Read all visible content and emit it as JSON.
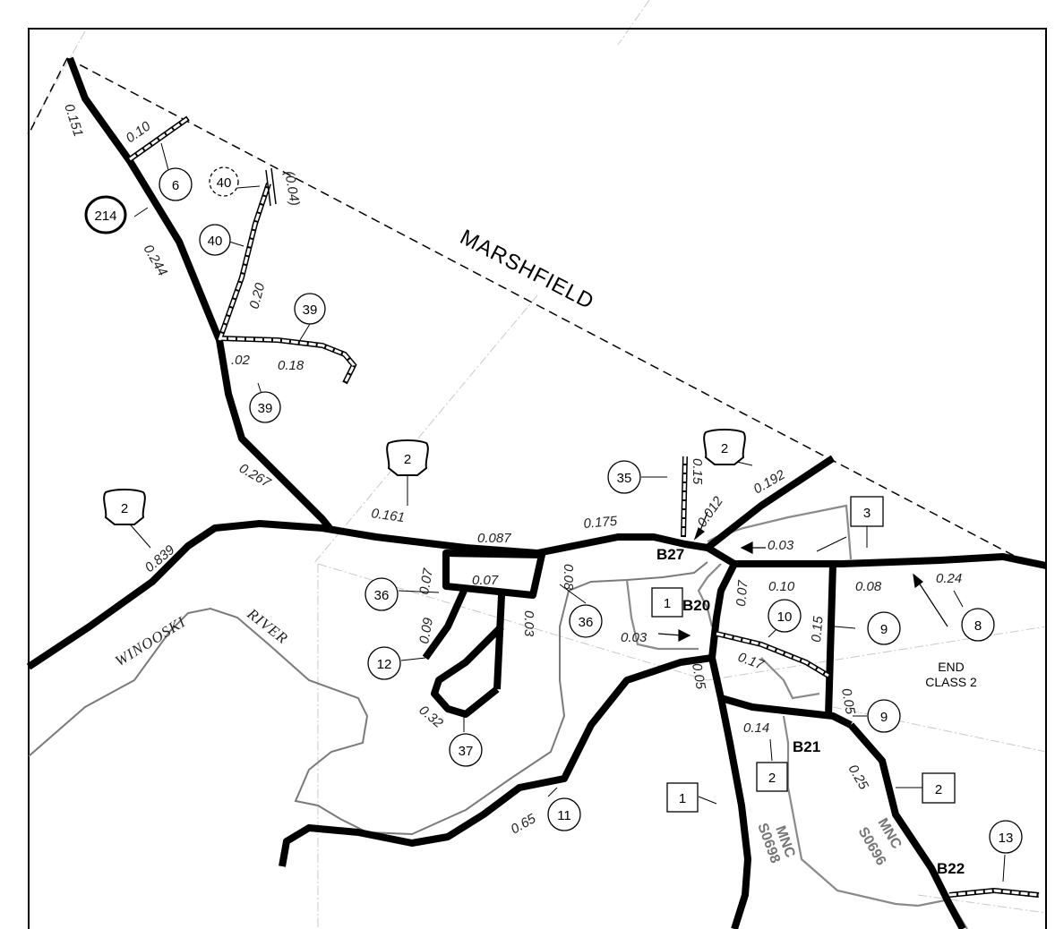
{
  "labels": {
    "town": "MARSHFIELD",
    "river_1": "WINOOSKI",
    "river_2": "RIVER",
    "end_class_1": "END",
    "end_class_2": "CLASS 2",
    "mnc_1": "MNC",
    "mnc_1_code": "S0698",
    "mnc_2": "MNC",
    "mnc_2_code": "S0696"
  },
  "bridges": {
    "b20": "B20",
    "b21": "B21",
    "b22": "B22",
    "b27": "B27"
  },
  "shields": {
    "us2_a": "2",
    "us2_b": "2",
    "us2_c": "2",
    "vt214": "214"
  },
  "circles": {
    "c6": "6",
    "c40_dashed": "40",
    "c40": "40",
    "c39_top": "39",
    "c39_bottom": "39",
    "c35": "35",
    "c36_left": "36",
    "c36_right": "36",
    "c12": "12",
    "c37": "37",
    "c10": "10",
    "c9_top": "9",
    "c9_bottom": "9",
    "c8": "8",
    "c11": "11",
    "c13": "13"
  },
  "boxes": {
    "b3": "3",
    "b1_top": "1",
    "b2_mid": "2",
    "b2_right": "2",
    "b1_bottom": "1"
  },
  "lengths": {
    "l_0151": "0.151",
    "l_010": "0.10",
    "l_0244": "0.244",
    "l_004": "(0.04)",
    "l_020": "0.20",
    "l_02": ".02",
    "l_018": "0.18",
    "l_0267": "0.267",
    "l_0161": "0.161",
    "l_0839": "0.839",
    "l_0087": "0.087",
    "l_007a": "0.07",
    "l_007b": "0.07",
    "l_009": "0.09",
    "l_003a": "0.03",
    "l_008": "0.08",
    "l_032": "0.32",
    "l_0175": "0.175",
    "l_015a": "0.15",
    "l_0012": "0.012",
    "l_0192": "0.192",
    "l_003b": "0.03",
    "l_003c": "0.03",
    "l_005a": "0.05",
    "l_007c": "0.07",
    "l_010b": "0.10",
    "l_015b": "0.15",
    "l_017": "0.17",
    "l_008b": "0.08",
    "l_024": "0.24",
    "l_005b": "0.05",
    "l_014": "0.14",
    "l_025": "0.25",
    "l_065": "0.65"
  }
}
